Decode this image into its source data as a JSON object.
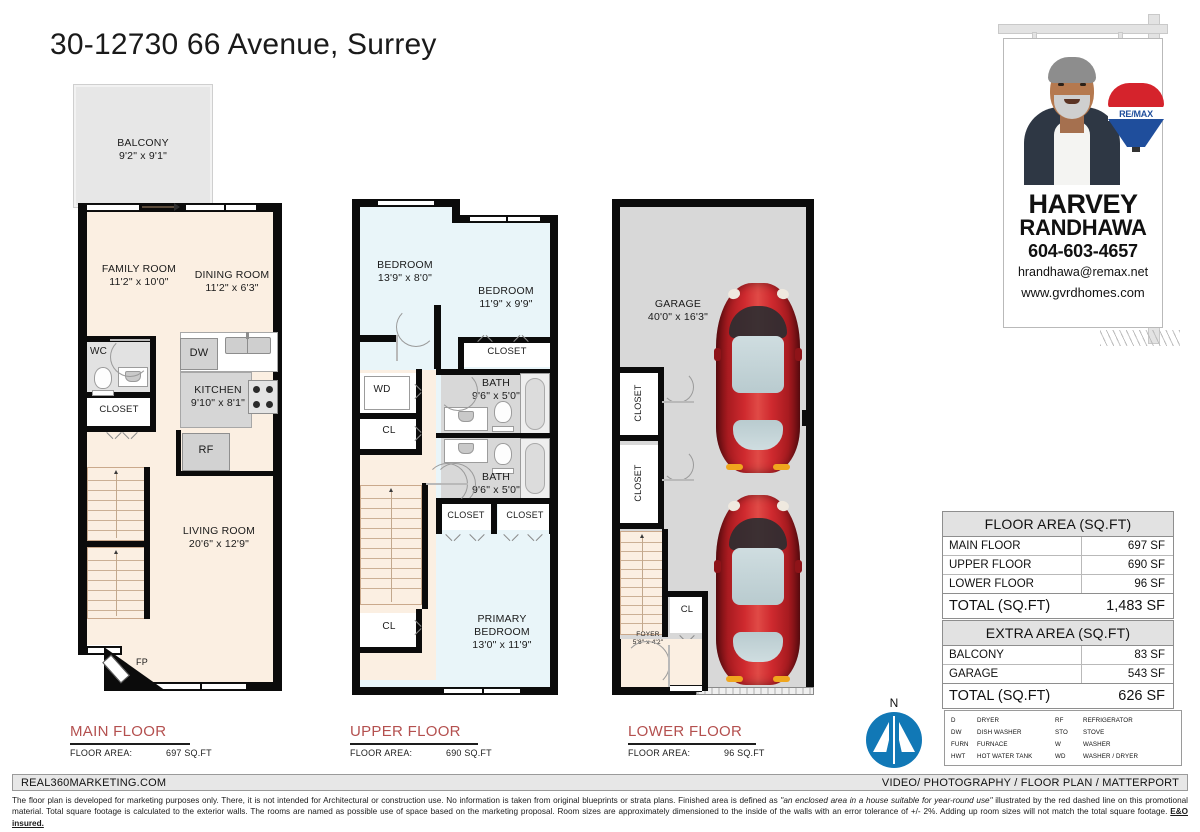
{
  "title": "30-12730 66 Avenue, Surrey",
  "floors": {
    "main": {
      "caption": "MAIN FLOOR",
      "area_label": "FLOOR AREA:",
      "area_value": "697 SQ.FT",
      "rooms": [
        {
          "name": "BALCONY",
          "dims": "9'2\" x 9'1\""
        },
        {
          "name": "FAMILY ROOM",
          "dims": "11'2\" x 10'0\""
        },
        {
          "name": "DINING ROOM",
          "dims": "11'2\" x 6'3\""
        },
        {
          "name": "KITCHEN",
          "dims": "9'10\" x 8'1\""
        },
        {
          "name": "LIVING ROOM",
          "dims": "20'6\" x 12'9\""
        }
      ],
      "wc": "WC",
      "closet": "CLOSET",
      "dw": "DW",
      "rf": "RF",
      "fp": "FP"
    },
    "upper": {
      "caption": "UPPER FLOOR",
      "area_label": "FLOOR AREA:",
      "area_value": "690 SQ.FT",
      "rooms": [
        {
          "name": "BEDROOM",
          "dims": "13'9\" x 8'0\""
        },
        {
          "name": "BEDROOM",
          "dims": "11'9\" x 9'9\""
        },
        {
          "name": "BATH",
          "dims": "9'6\" x 5'0\""
        },
        {
          "name": "BATH",
          "dims": "9'6\" x 5'0\""
        },
        {
          "name": "PRIMARY BEDROOM",
          "name_l1": "PRIMARY",
          "name_l2": "BEDROOM",
          "dims": "13'0\" x 11'9\""
        }
      ],
      "wd": "WD",
      "cl": "CL",
      "closet": "CLOSET"
    },
    "lower": {
      "caption": "LOWER FLOOR",
      "area_label": "FLOOR AREA:",
      "area_value": "96 SQ.FT",
      "rooms": [
        {
          "name": "GARAGE",
          "dims": "40'0\" x 16'3\""
        },
        {
          "name": "FOYER",
          "dims": "5'8\" x 4'2\""
        }
      ],
      "closet": "CLOSET",
      "cl": "CL"
    }
  },
  "agent": {
    "name_first": "HARVEY",
    "name_last": "RANDHAWA",
    "phone": "604-603-4657",
    "email": "hrandhawa@remax.net",
    "website": "www.gvrdhomes.com",
    "brand": "RE/MAX"
  },
  "floor_area_table": {
    "header": "FLOOR AREA (SQ.FT)",
    "rows": [
      {
        "label": "MAIN FLOOR",
        "value": "697 SF"
      },
      {
        "label": "UPPER FLOOR",
        "value": "690 SF"
      },
      {
        "label": "LOWER FLOOR",
        "value": "96 SF"
      }
    ],
    "total_label": "TOTAL (SQ.FT)",
    "total_value": "1,483 SF"
  },
  "extra_area_table": {
    "header": "EXTRA AREA (SQ.FT)",
    "rows": [
      {
        "label": "BALCONY",
        "value": "83 SF"
      },
      {
        "label": "GARAGE",
        "value": "543 SF"
      }
    ],
    "total_label": "TOTAL (SQ.FT)",
    "total_value": "626 SF"
  },
  "compass": {
    "letter": "N"
  },
  "legend": {
    "entries": [
      {
        "abbr": "D",
        "text": "DRYER",
        "abbr2": "RF",
        "text2": "REFRIGERATOR"
      },
      {
        "abbr": "DW",
        "text": "DISH WASHER",
        "abbr2": "STO",
        "text2": "STOVE"
      },
      {
        "abbr": "FURN",
        "text": "FURNACE",
        "abbr2": "W",
        "text2": "WASHER"
      },
      {
        "abbr": "HWT",
        "text": "HOT WATER TANK",
        "abbr2": "WD",
        "text2": "WASHER / DRYER"
      }
    ]
  },
  "footer": {
    "left": "REAL360MARKETING.COM",
    "right": "VIDEO/ PHOTOGRAPHY / FLOOR PLAN / MATTERPORT",
    "disclaimer_part1": "The floor plan is developed for marketing purposes only. There, it is not intended for Architectural or construction use. No information is  taken from original blueprints or strata plans. Finished area is defined as  ",
    "disclaimer_italic1": "\"an enclosed area in a house suitable for year-round use\"",
    "disclaimer_part2": " illustrated by the red dashed line on this promotional material. Total square footage is calculated to the exterior walls. The rooms are named as possible use of space based on the marketing proposal. Room sizes are approximately dimensioned to the inside of the walls with an error tolerance of +/- 2%. Adding up room sizes will not match the total square footage. ",
    "disclaimer_bold": "E&O insured."
  },
  "colors": {
    "wall": "#0b0b0b",
    "main_fill": "#fbefe2",
    "upper_fill": "#e9f5f9",
    "garage_fill": "#d8d8d8",
    "caption_red": "#b4504f",
    "compass_blue": "#1178b6",
    "remax_red": "#d5232c",
    "remax_blue": "#1f4e9c"
  }
}
